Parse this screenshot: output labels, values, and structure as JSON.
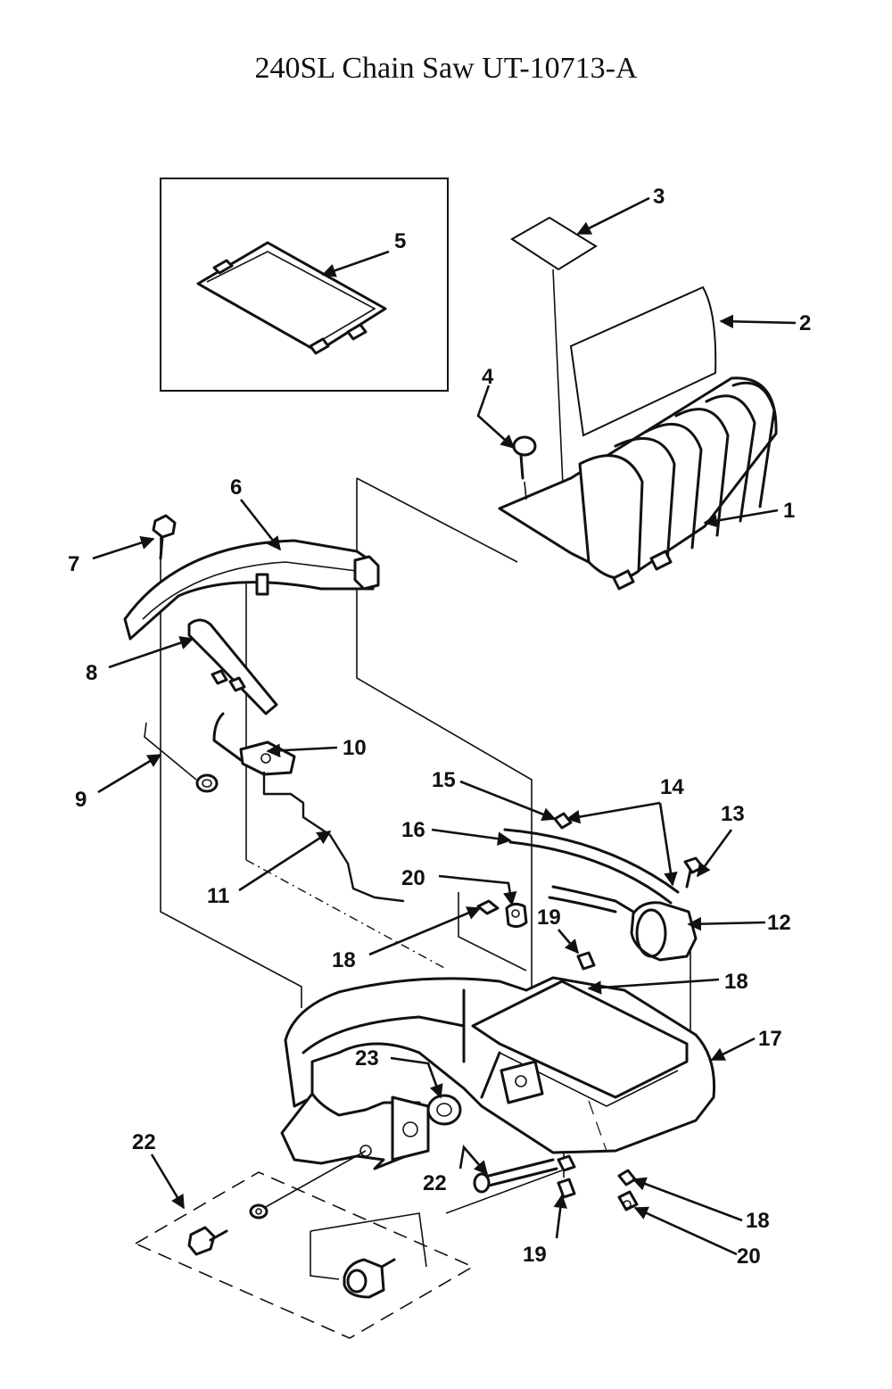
{
  "title": "240SL Chain Saw UT-10713-A",
  "callouts": [
    {
      "id": "1",
      "label": "1"
    },
    {
      "id": "2",
      "label": "2"
    },
    {
      "id": "3",
      "label": "3"
    },
    {
      "id": "4",
      "label": "4"
    },
    {
      "id": "5",
      "label": "5"
    },
    {
      "id": "6",
      "label": "6"
    },
    {
      "id": "7",
      "label": "7"
    },
    {
      "id": "8",
      "label": "8"
    },
    {
      "id": "9",
      "label": "9"
    },
    {
      "id": "10",
      "label": "10"
    },
    {
      "id": "11",
      "label": "11"
    },
    {
      "id": "12",
      "label": "12"
    },
    {
      "id": "13",
      "label": "13"
    },
    {
      "id": "14",
      "label": "14"
    },
    {
      "id": "15",
      "label": "15"
    },
    {
      "id": "16",
      "label": "16"
    },
    {
      "id": "17",
      "label": "17"
    },
    {
      "id": "18a",
      "label": "18"
    },
    {
      "id": "18b",
      "label": "18"
    },
    {
      "id": "18c",
      "label": "18"
    },
    {
      "id": "19a",
      "label": "19"
    },
    {
      "id": "19b",
      "label": "19"
    },
    {
      "id": "20a",
      "label": "20"
    },
    {
      "id": "20b",
      "label": "20"
    },
    {
      "id": "22a",
      "label": "22"
    },
    {
      "id": "22b",
      "label": "22"
    },
    {
      "id": "23",
      "label": "23"
    }
  ]
}
